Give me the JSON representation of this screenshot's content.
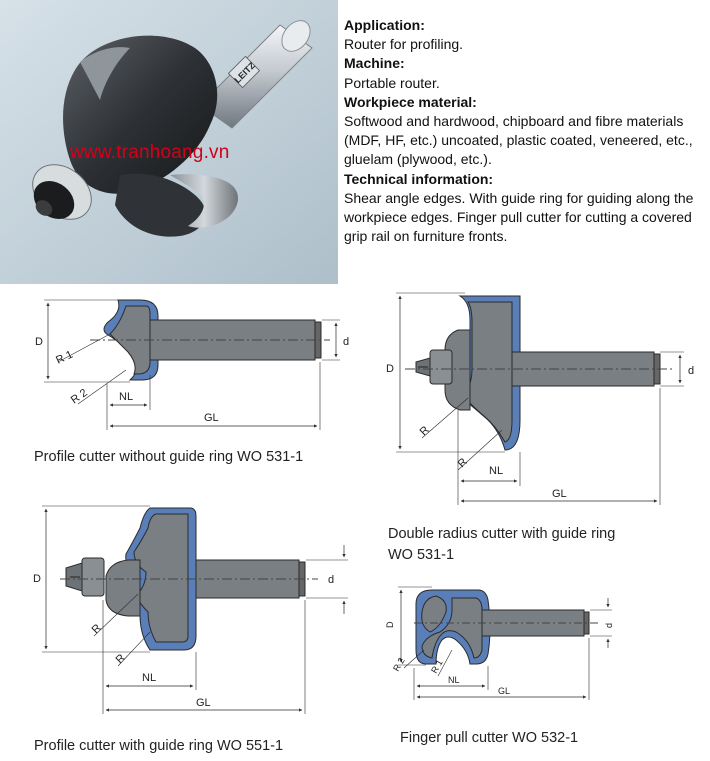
{
  "watermark": "www.tranhoang.vn",
  "brand_mark": "LEITZ",
  "info": {
    "application_heading": "Application:",
    "application_text": "Router for profiling.",
    "machine_heading": "Machine:",
    "machine_text": "Portable router.",
    "material_heading": "Workpiece material:",
    "material_text": "Softwood and hardwood, chipboard and fibre materials (MDF, HF, etc.) uncoated, plastic coated, veneered, etc., gluelam (plywood, etc.).",
    "technical_heading": "Technical information:",
    "technical_text": "Shear angle edges. With guide ring for guiding along the workpiece edges. Finger pull cutter for cutting a covered grip rail on furniture fronts."
  },
  "diagrams": {
    "d1": {
      "caption": "Profile cutter without guide ring WO 531-1",
      "D": "D",
      "R1": "R 1",
      "R2": "R 2",
      "NL": "NL",
      "GL": "GL",
      "d": "d"
    },
    "d2": {
      "caption_line1": "Double radius cutter with guide ring",
      "caption_line2": "WO 531-1",
      "D": "D",
      "R_top": "R",
      "R_bottom": "R",
      "NL": "NL",
      "GL": "GL",
      "d": "d"
    },
    "d3": {
      "caption": "Profile cutter with guide ring WO 551-1",
      "D": "D",
      "R_top": "R",
      "R_bottom": "R",
      "NL": "NL",
      "GL": "GL",
      "d": "d"
    },
    "d4": {
      "caption": "Finger pull cutter WO 532-1",
      "D": "D",
      "R1": "R 1",
      "R2": "R 2",
      "NL": "NL",
      "GL": "GL",
      "d": "d"
    }
  }
}
